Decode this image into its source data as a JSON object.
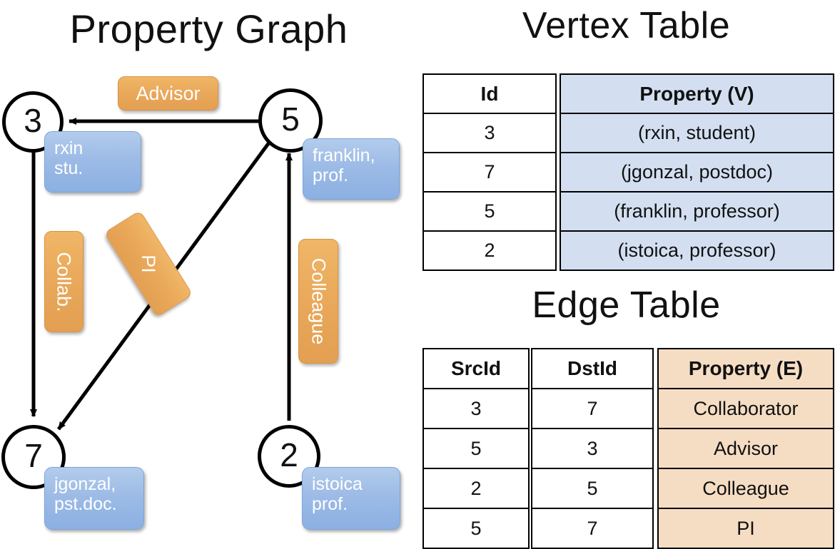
{
  "titles": {
    "property_graph": "Property Graph",
    "vertex_table": "Vertex Table",
    "edge_table": "Edge Table"
  },
  "graph": {
    "vertices": [
      {
        "id": "3",
        "property_lines": [
          "rxin",
          "stu."
        ]
      },
      {
        "id": "5",
        "property_lines": [
          "franklin,",
          "prof."
        ]
      },
      {
        "id": "7",
        "property_lines": [
          "jgonzal,",
          "pst.doc."
        ]
      },
      {
        "id": "2",
        "property_lines": [
          "istoica",
          "prof."
        ]
      }
    ],
    "edge_labels": [
      {
        "text": "Advisor",
        "orientation": "horizontal"
      },
      {
        "text": "Collab.",
        "orientation": "vertical"
      },
      {
        "text": "PI",
        "orientation": "diagonal"
      },
      {
        "text": "Colleague",
        "orientation": "vertical"
      }
    ]
  },
  "vertex_table": {
    "headers": [
      "Id",
      "Property (V)"
    ],
    "rows": [
      {
        "id": "3",
        "property": "(rxin, student)"
      },
      {
        "id": "7",
        "property": "(jgonzal, postdoc)"
      },
      {
        "id": "5",
        "property": "(franklin, professor)"
      },
      {
        "id": "2",
        "property": "(istoica, professor)"
      }
    ]
  },
  "edge_table": {
    "headers": [
      "SrcId",
      "DstId",
      "Property (E)"
    ],
    "rows": [
      {
        "src": "3",
        "dst": "7",
        "property": "Collaborator"
      },
      {
        "src": "5",
        "dst": "3",
        "property": "Advisor"
      },
      {
        "src": "2",
        "dst": "5",
        "property": "Colleague"
      },
      {
        "src": "5",
        "dst": "7",
        "property": "PI"
      }
    ]
  },
  "colors": {
    "vertex_property_blue": "#9dbbe6",
    "edge_label_orange": "#e9a85a",
    "vertex_table_cell_blue": "#d3dff1",
    "edge_table_cell_peach": "#f5ddc4",
    "stroke_black": "#000000"
  }
}
